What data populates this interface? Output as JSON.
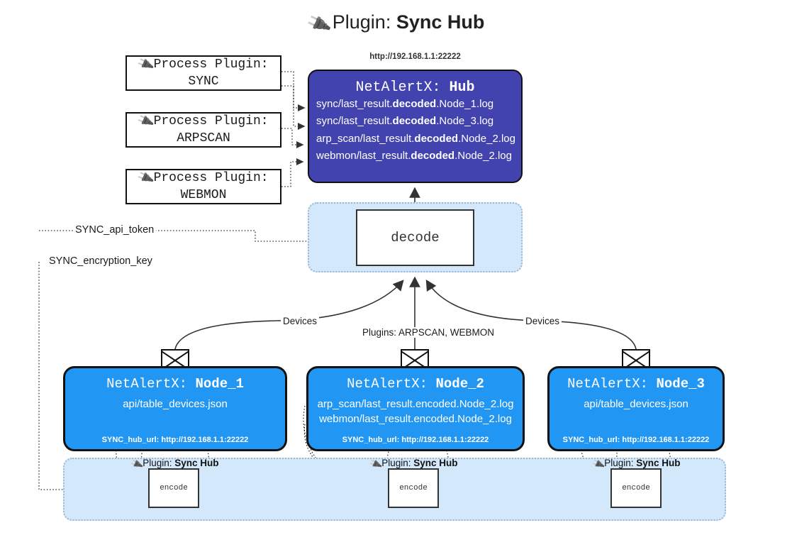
{
  "title": {
    "icon": "plug-icon",
    "prefix": "Plugin:",
    "name": "Sync Hub"
  },
  "process_plugins": [
    {
      "icon": "plug-icon",
      "line1": "Process Plugin:",
      "line2": "SYNC"
    },
    {
      "icon": "plug-icon",
      "line1": "Process Plugin:",
      "line2": "ARPSCAN"
    },
    {
      "icon": "plug-icon",
      "line1": "Process Plugin:",
      "line2": "WEBMON"
    }
  ],
  "hub": {
    "url": "http://192.168.1.1:22222",
    "title_prefix": "NetAlertX:",
    "title_name": "Hub",
    "logs": [
      {
        "pre": "sync/last_result.",
        "em": "decoded",
        "post": ".Node_1.log"
      },
      {
        "pre": "sync/last_result.",
        "em": "decoded",
        "post": ".Node_3.log"
      },
      {
        "pre": "arp_scan/last_result.",
        "em": "decoded",
        "post": ".Node_2.log"
      },
      {
        "pre": "webmon/last_result.",
        "em": "decoded",
        "post": ".Node_2.log"
      }
    ]
  },
  "decode": {
    "label": "decode"
  },
  "keys": [
    {
      "label": "SYNC_api_token"
    },
    {
      "label": "SYNC_encryption_key"
    }
  ],
  "edge_labels": {
    "devices_left": "Devices",
    "devices_right": "Devices",
    "plugins_center": "Plugins: ARPSCAN, WEBMON"
  },
  "nodes": [
    {
      "title_prefix": "NetAlertX:",
      "title_name": "Node_1",
      "lines": [
        "api/table_devices.json"
      ],
      "url_label": "SYNC_hub_url: http://192.168.1.1:22222",
      "icon": "envelope-icon"
    },
    {
      "title_prefix": "NetAlertX:",
      "title_name": "Node_2",
      "lines": [
        "arp_scan/last_result.encoded.Node_2.log",
        "webmon/last_result.encoded.Node_2.log"
      ],
      "url_label": "SYNC_hub_url: http://192.168.1.1:22222",
      "icon": "envelope-icon"
    },
    {
      "title_prefix": "NetAlertX:",
      "title_name": "Node_3",
      "lines": [
        "api/table_devices.json"
      ],
      "url_label": "SYNC_hub_url: http://192.168.1.1:22222",
      "icon": "envelope-icon"
    }
  ],
  "encoders": [
    {
      "plugin_prefix": "Plugin:",
      "plugin_name": "Sync Hub",
      "label": "encode",
      "icon": "plug-icon"
    },
    {
      "plugin_prefix": "Plugin:",
      "plugin_name": "Sync Hub",
      "label": "encode",
      "icon": "plug-icon"
    },
    {
      "plugin_prefix": "Plugin:",
      "plugin_name": "Sync Hub",
      "label": "encode",
      "icon": "plug-icon"
    }
  ],
  "colors": {
    "hub": "#4343b0",
    "node": "#2196f3",
    "panel": "#d4e8fb",
    "panel_border": "#9bb8cf"
  }
}
